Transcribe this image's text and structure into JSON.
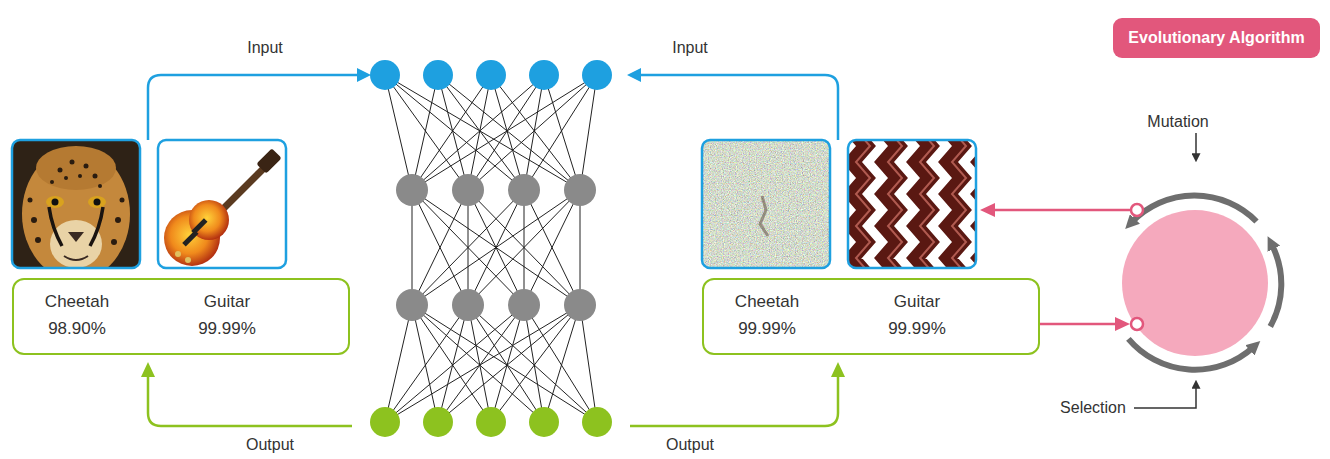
{
  "diagram": {
    "nodes": [
      {
        "text": [
          "Cheetah",
          "Guitar",
          "98.90%",
          "99.99%"
        ]
      },
      {
        "text": [
          "Cheetah",
          "Guitar",
          "99.99%",
          "99.99%"
        ]
      },
      {
        "text": [
          "Evolutionary Algorithm"
        ]
      }
    ],
    "labels": [
      "Input",
      "Input",
      "Mutation",
      "Selection",
      "Output",
      "Output"
    ]
  }
}
